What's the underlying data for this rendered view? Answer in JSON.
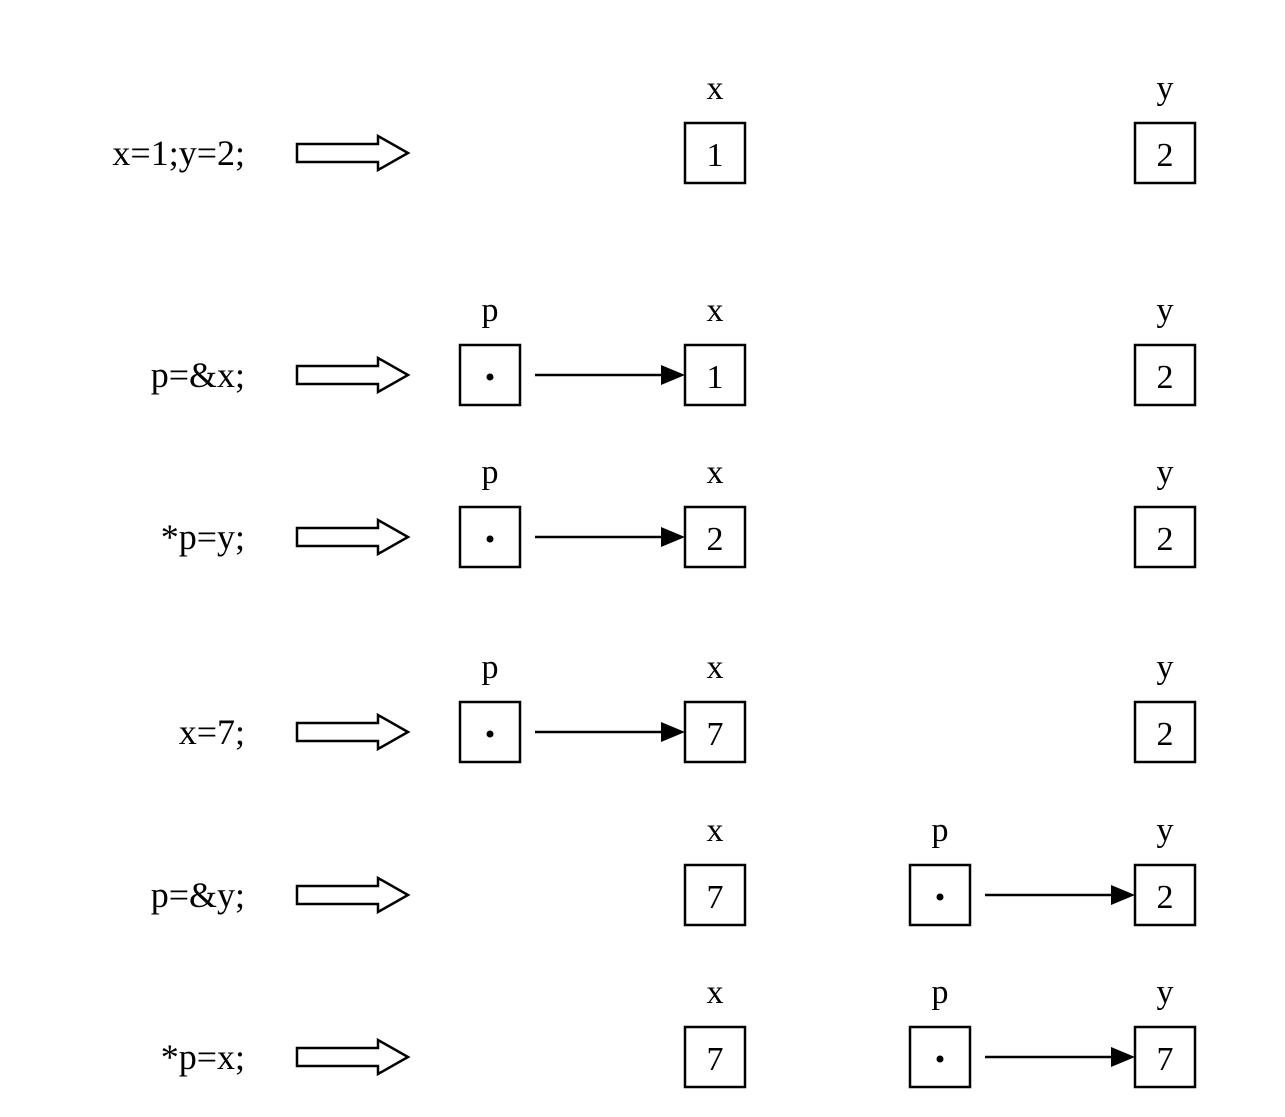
{
  "rows": [
    {
      "statement": "x=1;y=2;",
      "cells": {
        "x": {
          "label": "x",
          "value": "1"
        },
        "y": {
          "label": "y",
          "value": "2"
        }
      },
      "pointer": null
    },
    {
      "statement": "p=&x;",
      "cells": {
        "x": {
          "label": "x",
          "value": "1"
        },
        "y": {
          "label": "y",
          "value": "2"
        }
      },
      "pointer": {
        "label": "p",
        "target": "x"
      }
    },
    {
      "statement": "*p=y;",
      "cells": {
        "x": {
          "label": "x",
          "value": "2"
        },
        "y": {
          "label": "y",
          "value": "2"
        }
      },
      "pointer": {
        "label": "p",
        "target": "x"
      }
    },
    {
      "statement": "x=7;",
      "cells": {
        "x": {
          "label": "x",
          "value": "7"
        },
        "y": {
          "label": "y",
          "value": "2"
        }
      },
      "pointer": {
        "label": "p",
        "target": "x"
      }
    },
    {
      "statement": "p=&y;",
      "cells": {
        "x": {
          "label": "x",
          "value": "7"
        },
        "y": {
          "label": "y",
          "value": "2"
        }
      },
      "pointer": {
        "label": "p",
        "target": "y"
      }
    },
    {
      "statement": "*p=x;",
      "cells": {
        "x": {
          "label": "x",
          "value": "7"
        },
        "y": {
          "label": "y",
          "value": "7"
        }
      },
      "pointer": {
        "label": "p",
        "target": "y"
      }
    }
  ]
}
